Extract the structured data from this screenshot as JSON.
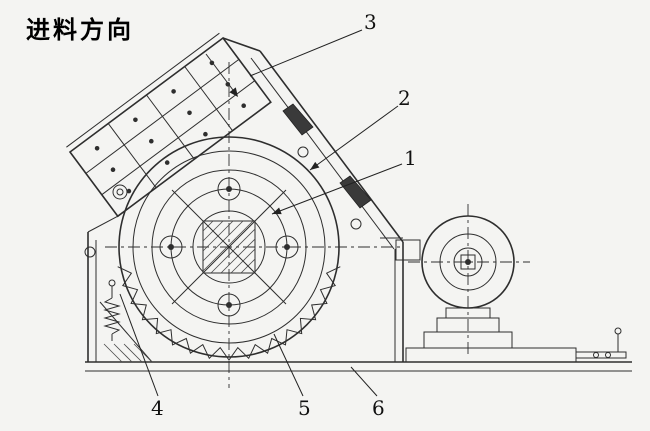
{
  "title": "进料方向",
  "labels": {
    "l1": "1",
    "l2": "2",
    "l3": "3",
    "l4": "4",
    "l5": "5",
    "l6": "6"
  },
  "colors": {
    "background": "#f4f4f2",
    "line": "#2e2e2e",
    "dark_fill": "#3a3a3a",
    "text": "#111111"
  }
}
